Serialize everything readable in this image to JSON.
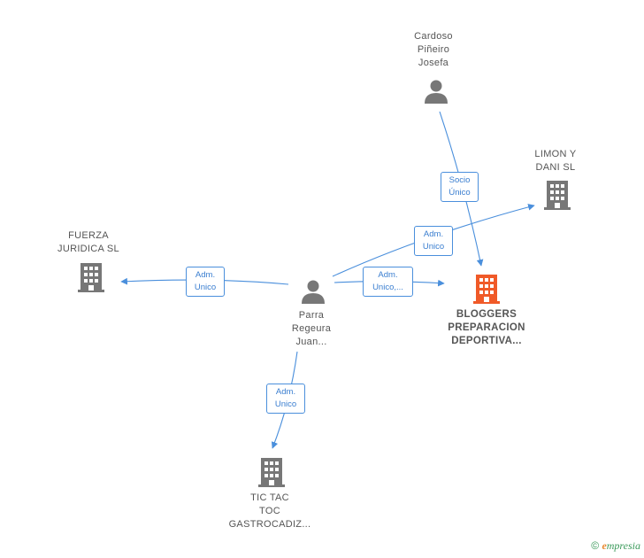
{
  "nodes": {
    "cardoso": {
      "label": "Cardoso\nPiñeiro\nJosefa",
      "type": "person-icon"
    },
    "parra": {
      "label": "Parra\nRegeura\nJuan...",
      "type": "person-icon"
    },
    "limon": {
      "label": "LIMON Y\nDANI  SL",
      "type": "building-icon"
    },
    "fuerza": {
      "label": "FUERZA\nJURIDICA  SL",
      "type": "building-icon"
    },
    "bloggers": {
      "label": "BLOGGERS\nPREPARACION\nDEPORTIVA...",
      "type": "building-icon"
    },
    "tictac": {
      "label": "TIC TAC\nTOC\nGASTROCADIZ...",
      "type": "building-icon"
    }
  },
  "edges": {
    "socio_unico": {
      "label": "Socio\nÚnico"
    },
    "adm_limon": {
      "label": "Adm.\nUnico"
    },
    "adm_fuerza": {
      "label": "Adm.\nUnico"
    },
    "adm_bloggers": {
      "label": "Adm.\nUnico,..."
    },
    "adm_tictac": {
      "label": "Adm.\nUnico"
    }
  },
  "colors": {
    "edge": "#4a8fdc",
    "node_gray": "#777777",
    "node_highlight": "#f05a28"
  },
  "footer": {
    "copyright": "©",
    "brand_e": "e",
    "brand_rest": "mpresia"
  }
}
